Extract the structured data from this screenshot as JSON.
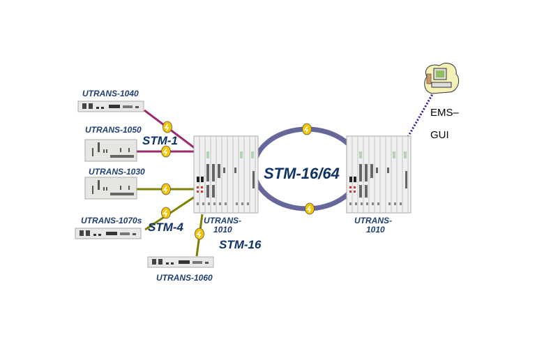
{
  "devices": {
    "utrans_1040": "UTRANS-1040",
    "utrans_1050": "UTRANS-1050",
    "utrans_1030": "UTRANS-1030",
    "utrans_1070s": "UTRANS-1070s",
    "utrans_1060": "UTRANS-1060",
    "utrans_1010_left_line1": "UTRANS-",
    "utrans_1010_left_line2": "1010",
    "utrans_1010_right_line1": "UTRANS-",
    "utrans_1010_right_line2": "1010"
  },
  "links": {
    "stm1": "STM-1",
    "stm4": "STM-4",
    "stm16": "STM-16",
    "ring": "STM-16/64"
  },
  "ems": {
    "line1": "EMS–",
    "line2": "GUI"
  },
  "colors": {
    "stm1_link": "#9b2a6e",
    "stm4_link": "#7f7f00",
    "ring": "#66679a",
    "connector": "#f5c400",
    "ems_link": "#1a1a9c",
    "label": "#1f3f73"
  }
}
